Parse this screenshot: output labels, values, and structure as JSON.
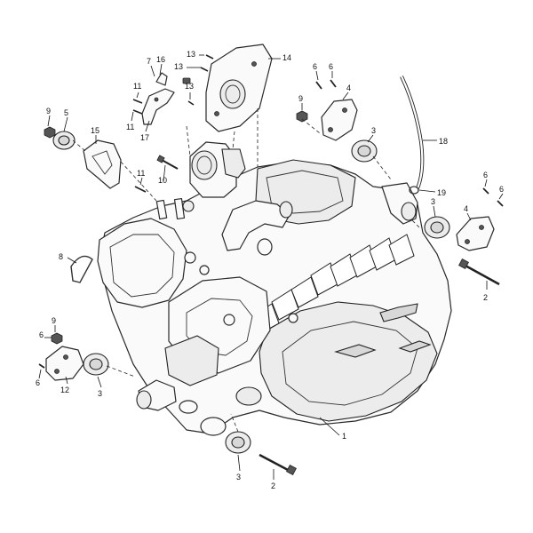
{
  "callouts": {
    "c1": "1",
    "c2a": "2",
    "c2b": "2",
    "c3a": "3",
    "c3b": "3",
    "c3c": "3",
    "c3d": "3",
    "c4a": "4",
    "c4b": "4",
    "c5": "5",
    "c6a": "6",
    "c6b": "6",
    "c6c": "6",
    "c6d": "6",
    "c6e": "6",
    "c6f": "6",
    "c7": "7",
    "c8": "8",
    "c9a": "9",
    "c9b": "9",
    "c9c": "9",
    "c10": "10",
    "c11a": "11",
    "c11b": "11",
    "c11c": "11",
    "c12": "12",
    "c13a": "13",
    "c13b": "13",
    "c13c": "13",
    "c14": "14",
    "c15": "15",
    "c16": "16",
    "c17": "17",
    "c18": "18",
    "c19": "19"
  }
}
